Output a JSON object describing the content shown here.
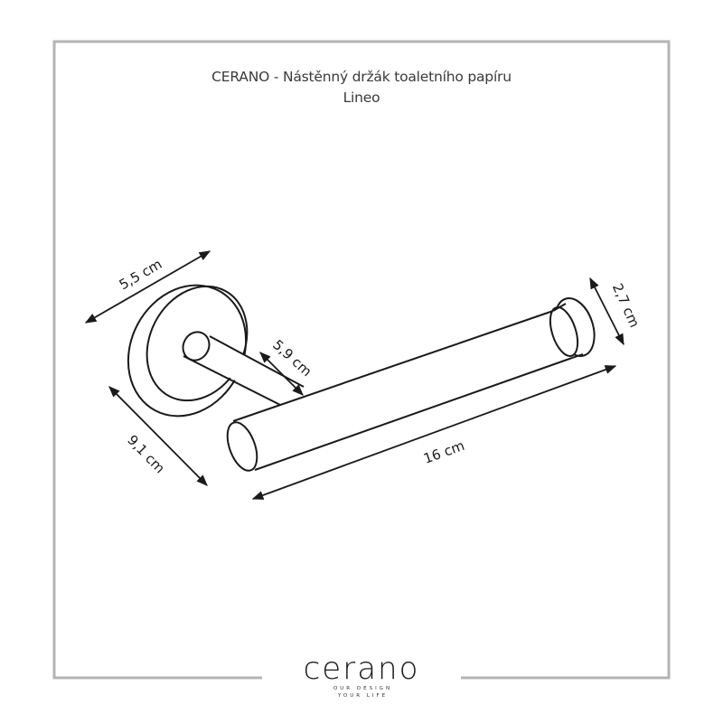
{
  "title": {
    "line1": "CERANO - Nástěnný držák toaletního papíru",
    "line2": "Lineo"
  },
  "dimensions": {
    "rosette_diameter": "5,5 cm",
    "stem_length": "5,9 cm",
    "rosette_height": "9,1 cm",
    "bar_length": "16 cm",
    "end_cap_diameter": "2,7 cm"
  },
  "logo": {
    "wordmark": "cerano",
    "tagline_1": "OUR DESIGN",
    "tagline_2": "YOUR LIFE"
  },
  "colors": {
    "frame": "#b4b4b4",
    "line": "#1a1a1a",
    "text": "#3a3a3a"
  }
}
